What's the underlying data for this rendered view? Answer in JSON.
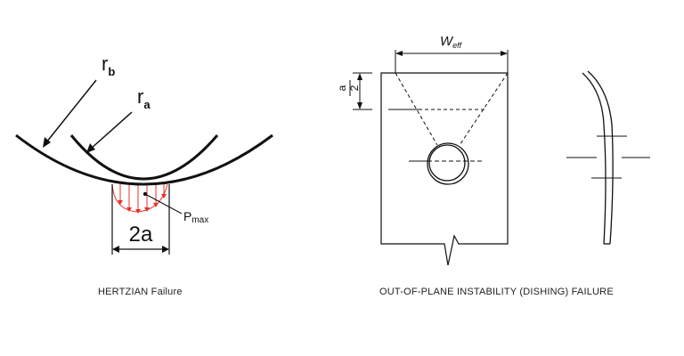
{
  "left_figure": {
    "label_rb_main": "r",
    "label_rb_sub": "b",
    "label_ra_main": "r",
    "label_ra_sub": "a",
    "label_pmax_main": "P",
    "label_pmax_sub": "max",
    "label_width": "2a",
    "caption": "HERTZIAN  Failure",
    "pressure_color": "#e8302a"
  },
  "right_figure": {
    "label_weff_main": "W",
    "label_weff_sub": "eff",
    "label_half_num": "a",
    "label_half_den": "2",
    "caption": "OUT-OF-PLANE INSTABILITY (DISHING) FAILURE"
  }
}
